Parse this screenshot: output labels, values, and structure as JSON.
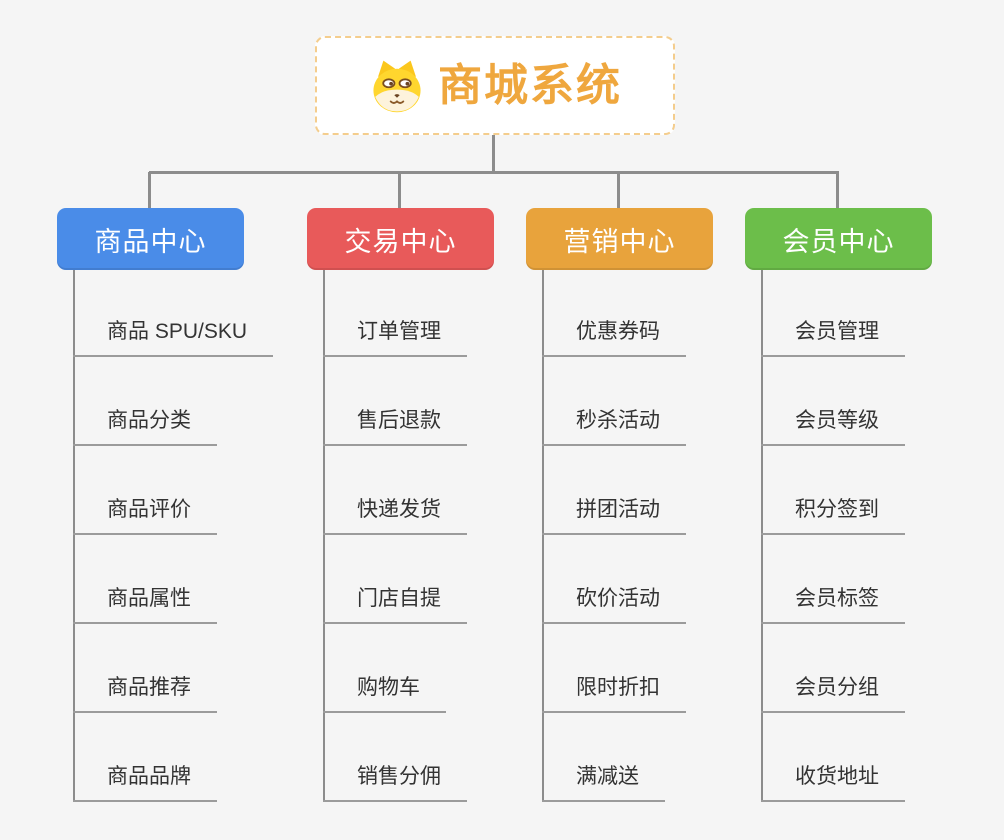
{
  "page": {
    "background_color": "#f5f5f5",
    "connector_color": "#8c8c8c",
    "leaf_underline_color": "#9b9b9b",
    "leaf_text_color": "#333333"
  },
  "root": {
    "title": "商城系统",
    "icon": "shiba-dog-face-icon",
    "text_color": "#efa73e",
    "border_color": "#f4cd8d"
  },
  "branches": [
    {
      "label": "商品中心",
      "color": "#4a8ce8",
      "items": [
        "商品 SPU/SKU",
        "商品分类",
        "商品评价",
        "商品属性",
        "商品推荐",
        "商品品牌"
      ]
    },
    {
      "label": "交易中心",
      "color": "#e85a5a",
      "items": [
        "订单管理",
        "售后退款",
        "快递发货",
        "门店自提",
        "购物车",
        "销售分佣"
      ]
    },
    {
      "label": "营销中心",
      "color": "#e8a33c",
      "items": [
        "优惠券码",
        "秒杀活动",
        "拼团活动",
        "砍价活动",
        "限时折扣",
        "满减送"
      ]
    },
    {
      "label": "会员中心",
      "color": "#6cbe4a",
      "items": [
        "会员管理",
        "会员等级",
        "积分签到",
        "会员标签",
        "会员分组",
        "收货地址"
      ]
    }
  ]
}
